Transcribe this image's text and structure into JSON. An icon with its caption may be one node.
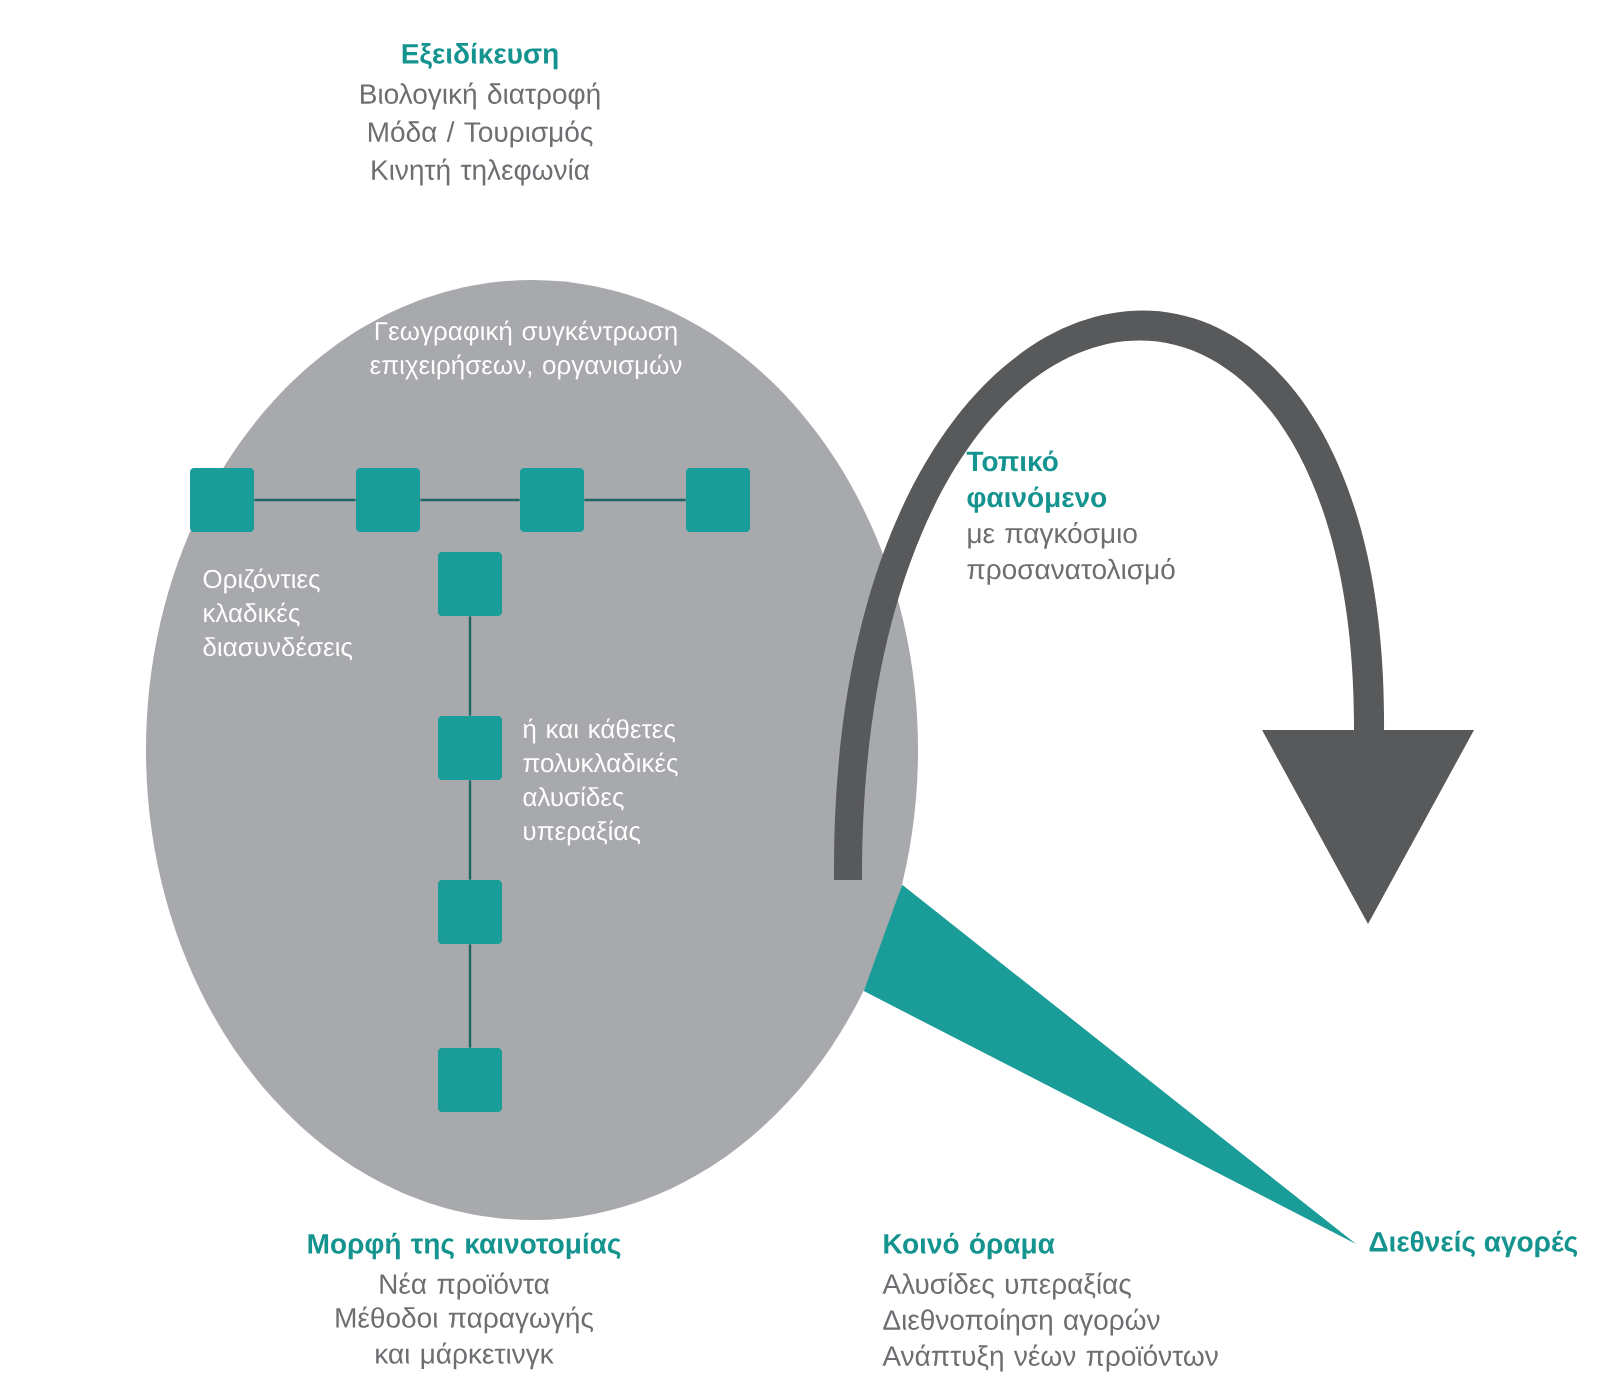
{
  "diagram": {
    "nodes": [
      {
        "text": [
          "Γεωγραφική συγκέντρωση επιχειρήσεων, οργανισμών",
          "Οριζόντιες κλαδικές διασυνδέσεις",
          "ή και κάθετες πολυκλαδικές αλυσίδες υπεραξίας"
        ]
      },
      {
        "text": [],
        "shape": "box",
        "in": 0
      },
      {
        "text": [],
        "shape": "box",
        "in": 0
      },
      {
        "text": [],
        "shape": "box",
        "in": 0
      },
      {
        "text": [],
        "shape": "box",
        "in": 0
      },
      {
        "text": [],
        "shape": "box",
        "in": 0
      },
      {
        "text": [],
        "shape": "box",
        "in": 0
      },
      {
        "text": [],
        "shape": "box",
        "in": 0
      },
      {
        "text": [],
        "shape": "box",
        "in": 0
      },
      {
        "text": [
          "Διεθνείς αγορές"
        ]
      }
    ],
    "edges": [
      {
        "from": 0,
        "to": 9,
        "arrow": "none"
      },
      {
        "from": 1,
        "to": 2,
        "arrow": "none"
      },
      {
        "from": 2,
        "to": 3,
        "arrow": "none"
      },
      {
        "from": 3,
        "to": 4,
        "arrow": "none"
      },
      {
        "from": 5,
        "to": 6,
        "arrow": "none"
      },
      {
        "from": 6,
        "to": 7,
        "arrow": "none"
      },
      {
        "from": 7,
        "to": 8,
        "arrow": "none"
      }
    ],
    "labels": [
      "Εξειδίκευση",
      "Βιολογική διατροφή",
      "Μόδα / Τουρισμός",
      "Κινητή τηλεφωνία",
      "**Τοπικό φαινόμενο** με παγκόσμιο προσανατολισμό",
      "Μορφή της καινοτομίας",
      "Νέα προϊόντα",
      "Μέθοδοι παραγωγής και μάρκετινγκ",
      "Κοινό όραμα",
      "Αλυσίδες υπεραξίας",
      "Διεθνοποίηση αγορών",
      "Ανάπτυξη νέων προϊόντων"
    ]
  }
}
